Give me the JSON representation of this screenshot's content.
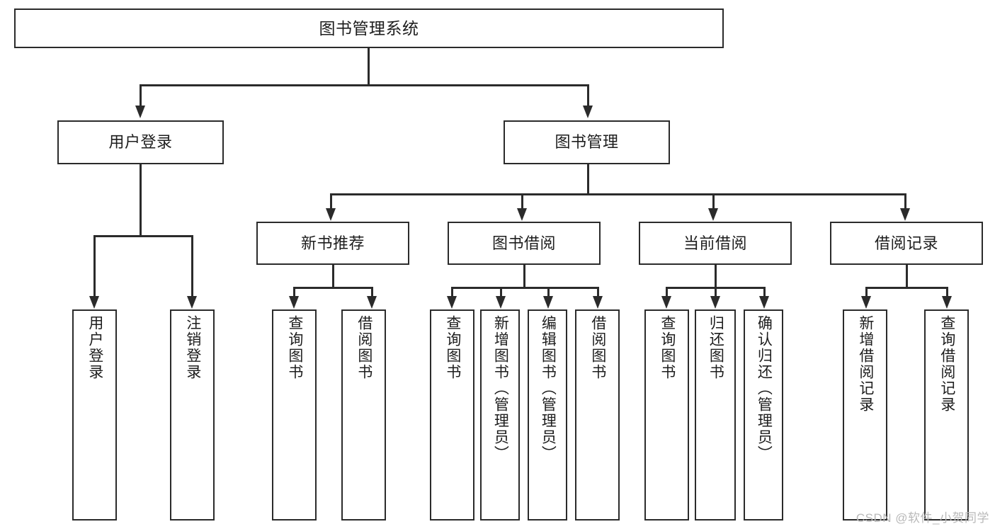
{
  "diagram": {
    "type": "hierarchy-tree",
    "title": "图书管理系统",
    "root": {
      "label": "图书管理系统"
    },
    "level2": [
      {
        "label": "用户登录"
      },
      {
        "label": "图书管理"
      }
    ],
    "level3": [
      {
        "label": "新书推荐"
      },
      {
        "label": "图书借阅"
      },
      {
        "label": "当前借阅"
      },
      {
        "label": "借阅记录"
      }
    ],
    "leaves": {
      "user_login": [
        {
          "label": "用户登录"
        },
        {
          "label": "注销登录"
        }
      ],
      "new_book_recommend": [
        {
          "label": "查询图书"
        },
        {
          "label": "借阅图书"
        }
      ],
      "book_borrow": [
        {
          "label": "查询图书"
        },
        {
          "label": "新增图书（管理员）"
        },
        {
          "label": "编辑图书（管理员）"
        },
        {
          "label": "借阅图书"
        }
      ],
      "current_borrow": [
        {
          "label": "查询图书"
        },
        {
          "label": "归还图书"
        },
        {
          "label": "确认归还（管理员）"
        }
      ],
      "borrow_record": [
        {
          "label": "新增借阅记录"
        },
        {
          "label": "查询借阅记录"
        }
      ]
    }
  },
  "watermark": {
    "text": "CSDN @软件_小贺同学"
  },
  "colors": {
    "stroke": "#2b2b2b",
    "background": "#ffffff",
    "text": "#1d1d1d",
    "watermark": "#b9b9b9"
  }
}
